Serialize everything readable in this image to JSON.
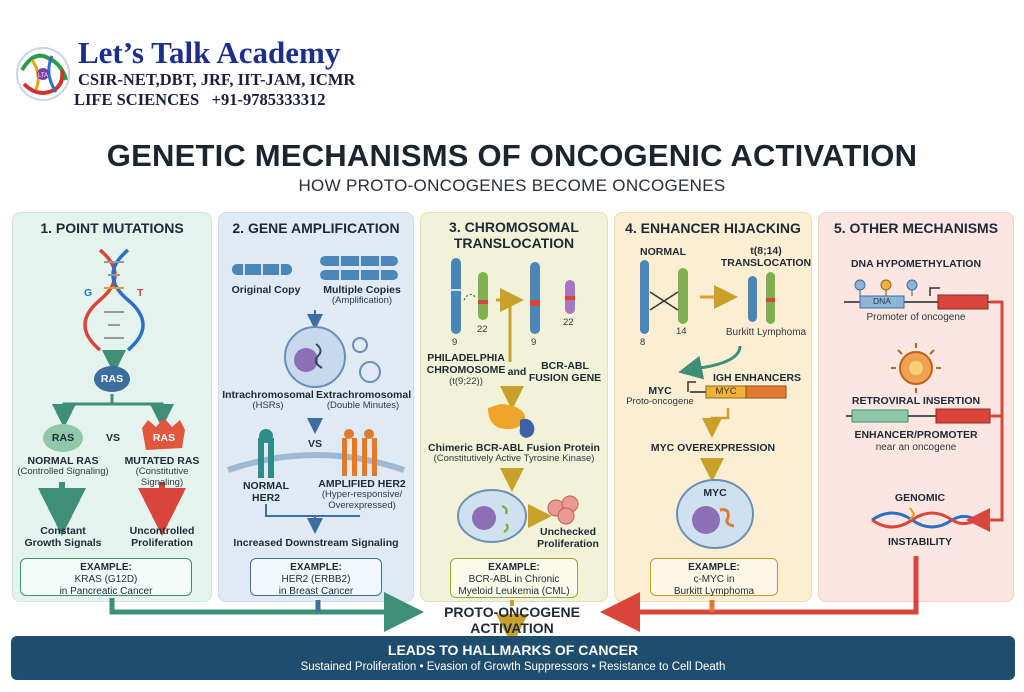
{
  "brand": {
    "name": "Let’s Talk Academy",
    "subtitle": "CSIR-NET,DBT, JRF, IIT-JAM, ICMR",
    "field": "LIFE SCIENCES",
    "phone": "+91-9785333312"
  },
  "title": "GENETIC MECHANISMS OF ONCOGENIC ACTIVATION",
  "subtitle": "HOW PROTO-ONCOGENES BECOME ONCOGENES",
  "panels": {
    "p1": {
      "header": "1. POINT MUTATIONS",
      "base_from": "G",
      "base_to": "T",
      "ras_top": "RAS",
      "vs": "VS",
      "ras_normal": "RAS",
      "ras_mutated": "RAS",
      "normal_label": "NORMAL RAS",
      "normal_sub": "(Controlled Signaling)",
      "mutated_label": "MUTATED RAS",
      "mutated_sub1": "(Constitutive",
      "mutated_sub2": "Signaling)",
      "outcome_left1": "Constant",
      "outcome_left2": "Growth Signals",
      "outcome_right1": "Uncontrolled",
      "outcome_right2": "Proliferation",
      "example_h": "EXAMPLE:",
      "example_1": "KRAS (G12D)",
      "example_2": "in Pancreatic Cancer"
    },
    "p2": {
      "header": "2. GENE AMPLIFICATION",
      "original": "Original Copy",
      "multiple": "Multiple Copies",
      "multiple_sub": "(Amplification)",
      "intra": "Intrachromosomal",
      "intra_sub": "(HSRs)",
      "extra": "Extrachromosomal",
      "extra_sub": "(Double Minutes)",
      "vs": "VS",
      "normal1": "NORMAL",
      "normal2": "HER2",
      "amp": "AMPLIFIED HER2",
      "amp_sub1": "(Hyper-responsive/",
      "amp_sub2": "Overexpressed)",
      "outcome": "Increased Downstream Signaling",
      "example_h": "EXAMPLE:",
      "example_1": "HER2 (ERBB2)",
      "example_2": "in Breast Cancer"
    },
    "p3": {
      "header1": "3. CHROMOSOMAL",
      "header2": "TRANSLOCATION",
      "chr9": "9",
      "chr22": "22",
      "chr9b": "9",
      "chr22b": "22",
      "ph1": "PHILADELPHIA",
      "ph2": "CHROMOSOME",
      "ph3": "(t(9;22))",
      "and": "and",
      "fusion1": "BCR-ABL",
      "fusion2": "FUSION GENE",
      "protein": "Chimeric BCR-ABL Fusion Protein",
      "protein_sub": "(Constitutively Active Tyrosine Kinase)",
      "unchecked1": "Unchecked",
      "unchecked2": "Proliferation",
      "example_h": "EXAMPLE:",
      "example_1": "BCR-ABL in Chronic",
      "example_2": "Myeloid Leukemia (CML)"
    },
    "p4": {
      "header": "4. ENHANCER HIJACKING",
      "normal": "NORMAL",
      "t814a": "t(8;14)",
      "t814b": "TRANSLOCATION",
      "chr8": "8",
      "chr14": "14",
      "burkitt": "Burkitt Lymphoma",
      "myc": "MYC",
      "proto": "Proto-oncogene",
      "igh": "IGH ENHANCERS",
      "myc_box": "MYC",
      "overexp": "MYC OVEREXPRESSION",
      "myc_cell": "MYC",
      "example_h": "EXAMPLE:",
      "example_1": "c-MYC in",
      "example_2": "Burkitt Lymphoma"
    },
    "p5": {
      "header": "5. OTHER MECHANISMS",
      "hypo": "DNA HYPOMETHYLATION",
      "dna": "DNA",
      "promoter": "Promoter of oncogene",
      "retro": "RETROVIRAL INSERTION",
      "enh": "ENHANCER/PROMOTER",
      "near": "near an oncogene",
      "genomic1": "GENOMIC",
      "genomic2": "INSTABILITY"
    }
  },
  "activation": "PROTO-ONCOGENE ACTIVATION",
  "hallmarks": {
    "title": "LEADS TO HALLMARKS OF CANCER",
    "sub": "Sustained Proliferation • Evasion of Growth Suppressors • Resistance to Cell Death"
  },
  "colors": {
    "green": "#3d8f77",
    "blue": "#3c6e9f",
    "olive": "#9aa23b",
    "orange": "#e07a2c",
    "red": "#d9453a",
    "navy": "#1f4d6e"
  }
}
